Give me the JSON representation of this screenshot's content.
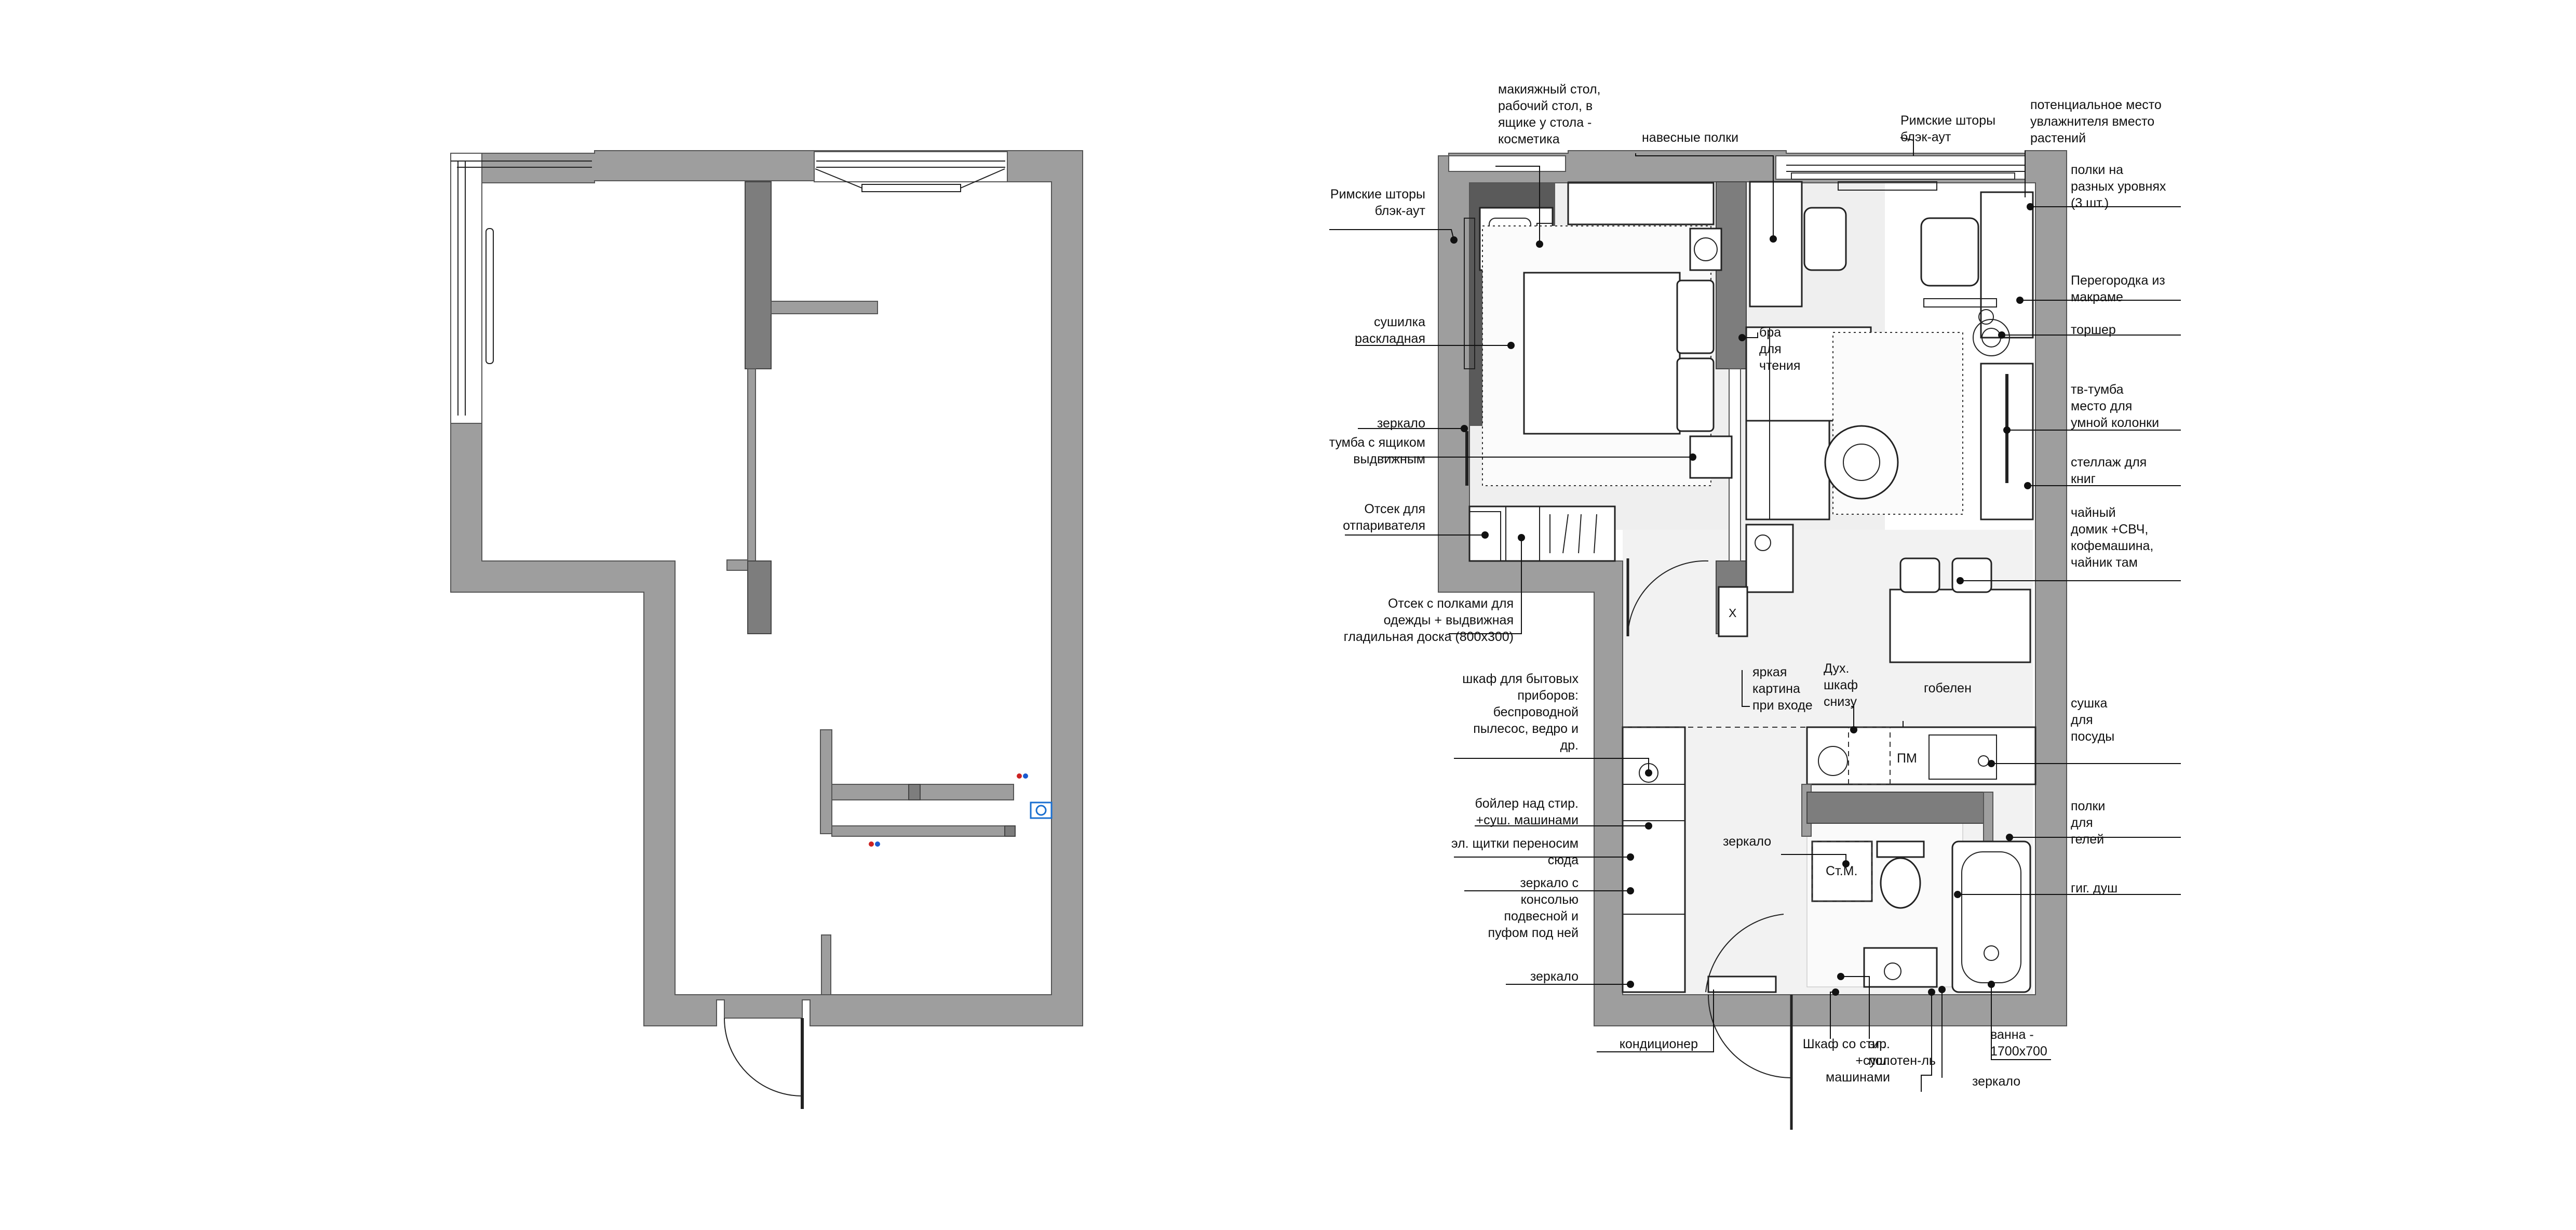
{
  "plan": {
    "labels_left": {
      "roman_left": "Римские шторы\nблэк-аут",
      "dryer": "сушилка\nраскладная",
      "mirror_top": "зеркало",
      "nightstand": "тумба с ящиком\nвыдвижным",
      "steamer": "Отсек для\nотпаривателя",
      "closet": "Отсек с полками для\nодежды + выдвижная\nгладильная доска (800x300)",
      "appliance_cab": "шкаф для бытовых\nприборов:\nбеспроводной\nпылесос, ведро и\nдр.",
      "boiler": "бойлер над стир.\n+суш. машинами",
      "panels": "эл. щитки переносим\nсюда",
      "console_mirror": "зеркало с\nконсолью\nподвесной и\nпуфом под ней",
      "mirror_hall": "зеркало",
      "ac": "кондиционер"
    },
    "labels_top": {
      "vanity": "макияжный стол,\nрабочий стол, в\nящике у стола -\nкосметика",
      "shelves": "навесные полки",
      "roman_right": "Римские шторы\nблэк-аут",
      "humidifier": "потенциальное место\nувлажнителя вместо\nрастений"
    },
    "labels_mid": {
      "sconce": "бра\nдля\nчтения",
      "picture": "яркая\nкартина\nпри входе",
      "oven": "Дух.\nшкаф\nснизу",
      "tapestry": "гобелен",
      "mirror_bath": "зеркало",
      "washer_cab": "Шкаф со стир.\n+суш.\nмашинами",
      "towel": "эл.\nполотен-ль",
      "mirror_bath2": "зеркало",
      "bathtub": "ванна -\n1700х700",
      "washer_tag": "Ст.М.",
      "dishwasher_tag": "ПМ"
    },
    "labels_right": {
      "level_shelves": "полки на\nразных уровнях\n(3 шт.)",
      "macrame": "Перегородка из\nмакраме",
      "lamp": "торшер",
      "tv": "тв-тумба\nместо для\nумной колонки",
      "bookshelf": "стеллаж для\nкниг",
      "tea": "чайный\nдомик +СВЧ,\nкофемашина,\nчайник там",
      "dish_dry": "сушка\nдля\nпосуды",
      "gel": "полки\nдля\nгелей",
      "shower": "гиг. душ"
    }
  }
}
